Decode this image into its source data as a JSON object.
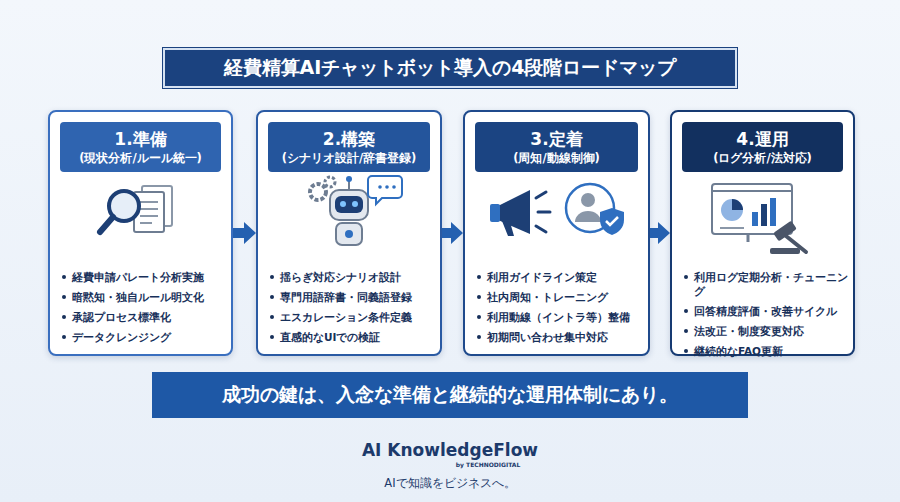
{
  "diagram": {
    "title": "経費精算AIチャットボット導入の4段階ロードマップ",
    "nodes": [
      {
        "text": [
          "経費申請パレート分析実施",
          "暗黙知・独自ルール明文化",
          "承認プロセス標準化",
          "データクレンジング"
        ]
      },
      {
        "text": [
          "1.準備",
          "(現状分析/ルール統一)"
        ],
        "in": 0
      },
      {
        "text": [
          "揺らぎ対応シナリオ設計",
          "専門用語辞書・同義語登録",
          "エスカレーション条件定義",
          "直感的なUIでの検証"
        ]
      },
      {
        "text": [
          "2.構築",
          "(シナリオ設計/辞書登録)"
        ],
        "in": 2
      },
      {
        "text": [
          "利用ガイドライン策定",
          "社内周知・トレーニング",
          "利用動線（イントラ等）整備",
          "初期問い合わせ集中対応"
        ]
      },
      {
        "text": [
          "3.定着",
          "(周知/動線制御)"
        ],
        "in": 4
      },
      {
        "text": [
          "利用ログ定期分析・チューニング",
          "回答精度評価・改善サイクル",
          "法改正・制度変更対応",
          "継続的なFAQ更新"
        ]
      },
      {
        "text": [
          "4.運用",
          "(ログ分析/法対応)"
        ],
        "in": 6
      },
      {
        "text": [
          "成功の鍵は、入念な準備と継続的な運用体制にあり。"
        ]
      }
    ],
    "edges": [
      {
        "from": 0,
        "to": 2,
        "arrow": "to"
      },
      {
        "from": 2,
        "to": 4,
        "arrow": "to"
      },
      {
        "from": 4,
        "to": 6,
        "arrow": "to"
      }
    ],
    "labels": [
      "AI KnowledgeFlow",
      "by TECHNODIGITAL",
      "AIで知識をビジネスへ。"
    ]
  }
}
